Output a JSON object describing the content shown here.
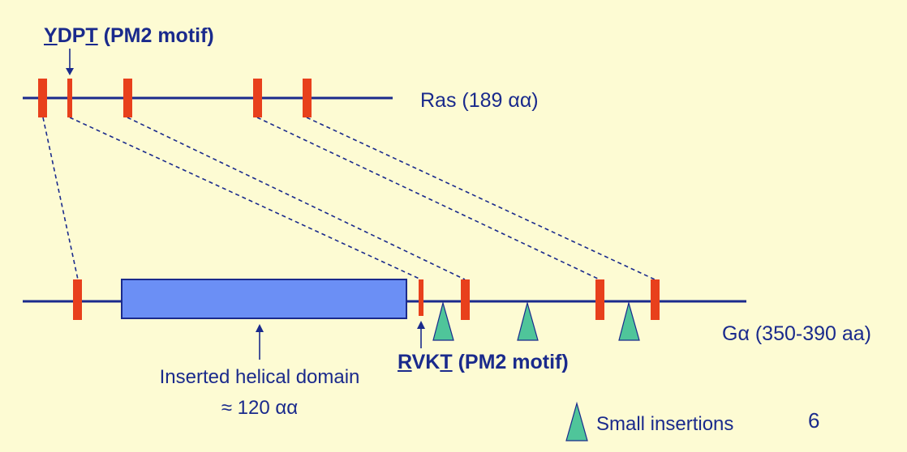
{
  "top_motif": {
    "letters": [
      "Y",
      "DP",
      "T"
    ],
    "suffix": " (PM2 motif)"
  },
  "bottom_motif": {
    "letters": [
      "R",
      "VK",
      "T"
    ],
    "suffix": " (PM2 motif)"
  },
  "ras_label": "Ras (189 αα)",
  "galpha_label": "Gα (350-390 aa)",
  "helical_domain": {
    "label": "Inserted helical domain",
    "size": "≈ 120 αα"
  },
  "legend": {
    "small_insertions": "Small insertions"
  },
  "slide_number": "6",
  "colors": {
    "line": "#1a2a8c",
    "marker": "#e8401c",
    "helical_box": "#6b8ff5",
    "triangle": "#4fc59a",
    "background": "#fdfbd3"
  }
}
